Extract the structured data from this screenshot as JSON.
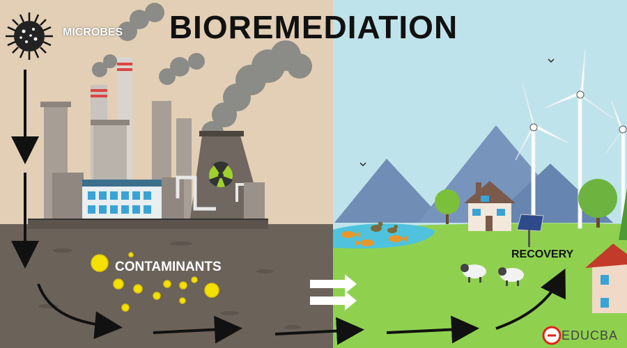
{
  "title": "BIOREMEDIATION",
  "labels": {
    "microbes": "MICROBES",
    "contaminants": "CONTAMINANTS",
    "recovery": "RECOVERY"
  },
  "brand": "EDUCBA",
  "colors": {
    "polluted_sky": "#e2cfb5",
    "clean_sky": "#bfe3ea",
    "ground": "#6b6259",
    "grass": "#8fd14f",
    "contaminant": "#f4e100",
    "arrow": "#111111",
    "brand_accent": "#e2231a"
  },
  "icons": [
    "microbe-icon",
    "factory-icon",
    "nuclear-icon",
    "wind-turbine-icon",
    "house-icon",
    "solar-panel-icon",
    "sheep-icon",
    "fish-icon",
    "duck-icon",
    "tree-icon",
    "mountain-icon"
  ]
}
